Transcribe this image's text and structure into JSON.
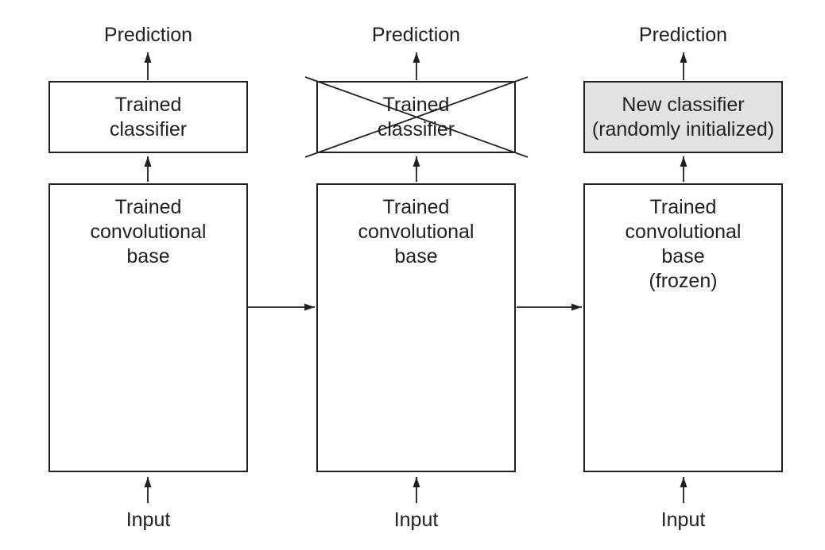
{
  "diagram": {
    "background": "#ffffff",
    "line_color": "#231f20",
    "new_classifier_fill": "#e2e2e2",
    "columns": [
      {
        "prediction_label": "Prediction",
        "classifier": {
          "lines": [
            "Trained",
            "classifier"
          ],
          "crossed_out": false,
          "fill": "#ffffff"
        },
        "conv_base": {
          "lines": [
            "Trained",
            "convolutional",
            "base"
          ]
        },
        "input_label": "Input"
      },
      {
        "prediction_label": "Prediction",
        "classifier": {
          "lines": [
            "Trained",
            "classifier"
          ],
          "crossed_out": true,
          "fill": "#ffffff"
        },
        "conv_base": {
          "lines": [
            "Trained",
            "convolutional",
            "base"
          ]
        },
        "input_label": "Input"
      },
      {
        "prediction_label": "Prediction",
        "classifier": {
          "lines": [
            "New classifier",
            "(randomly initialized)"
          ],
          "crossed_out": false,
          "fill": "#e2e2e2"
        },
        "conv_base": {
          "lines": [
            "Trained",
            "convolutional",
            "base",
            "(frozen)"
          ]
        },
        "input_label": "Input"
      }
    ]
  }
}
